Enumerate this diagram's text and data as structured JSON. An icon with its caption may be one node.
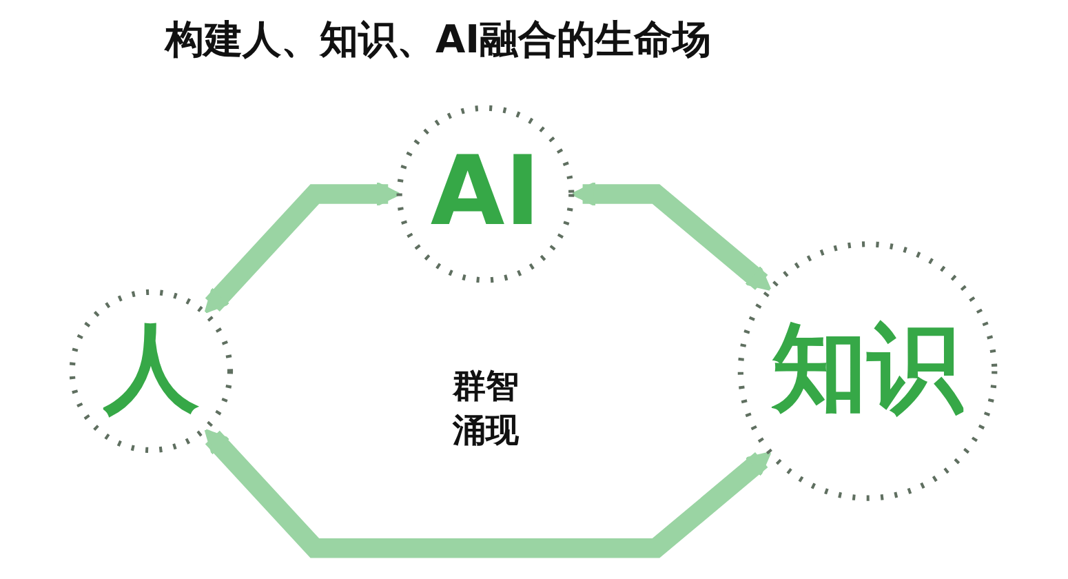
{
  "diagram": {
    "title": "构建人、知识、AI融合的生命场",
    "nodes": [
      {
        "text": [
          "AI"
        ]
      },
      {
        "text": [
          "人"
        ]
      },
      {
        "text": [
          "知识"
        ]
      }
    ],
    "edges": [
      {
        "from": 1,
        "to": 0,
        "arrow": "both"
      },
      {
        "from": 0,
        "to": 2,
        "arrow": "both"
      },
      {
        "from": 1,
        "to": 2,
        "arrow": "both"
      }
    ],
    "labels": [
      "群智涌现"
    ]
  }
}
